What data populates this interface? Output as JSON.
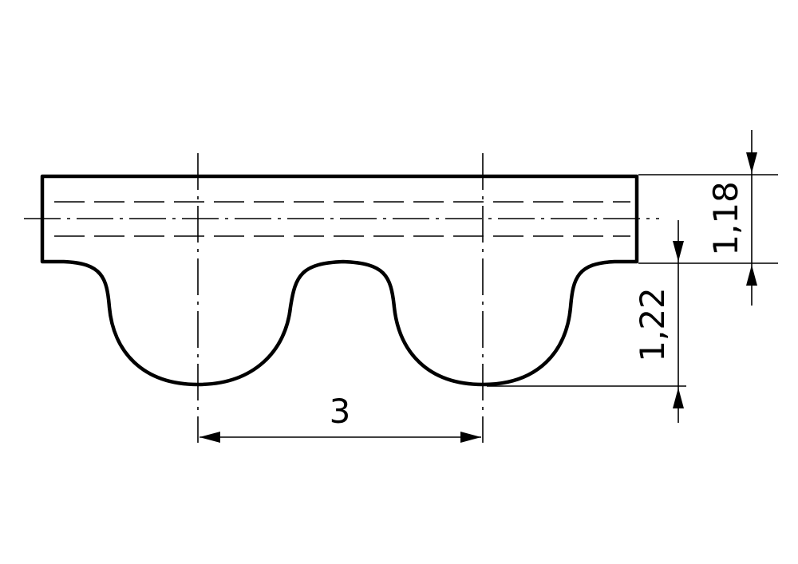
{
  "diagram": {
    "dimensions": {
      "pitch": "3",
      "belt_thickness": "1,18",
      "tooth_height": "1,22"
    }
  }
}
